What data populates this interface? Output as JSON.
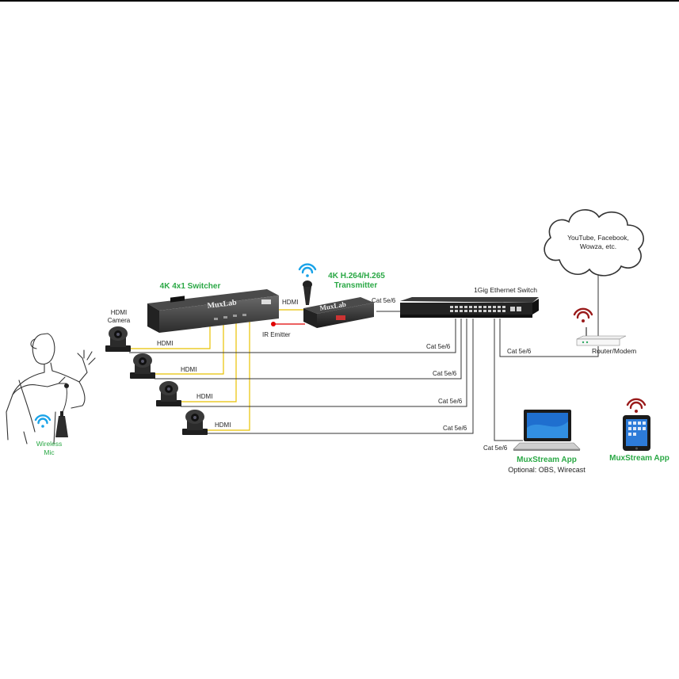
{
  "labels": {
    "switcher_title": "4K 4x1 Switcher",
    "transmitter_title_1": "4K H.264/H.265",
    "transmitter_title_2": "Transmitter",
    "ethernet_switch": "1Gig Ethernet Switch",
    "hdmi_camera_1": "HDMI",
    "hdmi_camera_2": "Camera",
    "ir_emitter": "IR Emitter",
    "cloud_line1": "YouTube, Facebook,",
    "cloud_line2": "Wowza, etc.",
    "router": "Router/Modem",
    "wireless_mic_1": "Wireless",
    "wireless_mic_2": "Mic",
    "muxstream_app_laptop": "MuxStream App",
    "optional": "Optional: OBS, Wirecast",
    "muxstream_app_tablet": "MuxStream App",
    "brand_switcher": "MuxLab",
    "brand_transmitter": "MuxLab"
  },
  "connections": {
    "hdmi_cam1": "HDMI",
    "hdmi_cam2": "HDMI",
    "hdmi_cam3": "HDMI",
    "hdmi_cam4": "HDMI",
    "hdmi_switcher_tx": "HDMI",
    "cat_tx": "Cat 5e/6",
    "cat_cam1": "Cat 5e/6",
    "cat_cam2": "Cat 5e/6",
    "cat_cam3": "Cat 5e/6",
    "cat_cam4": "Cat 5e/6",
    "cat_router": "Cat 5e/6",
    "cat_laptop": "Cat 5e/6"
  },
  "colors": {
    "hdmi_line": "#e8c100",
    "cat_line": "#333333",
    "ir_line": "#e00000",
    "title_green": "#2aa845",
    "wifi_blue": "#1aa3e8",
    "wifi_red": "#9a1b1b"
  }
}
